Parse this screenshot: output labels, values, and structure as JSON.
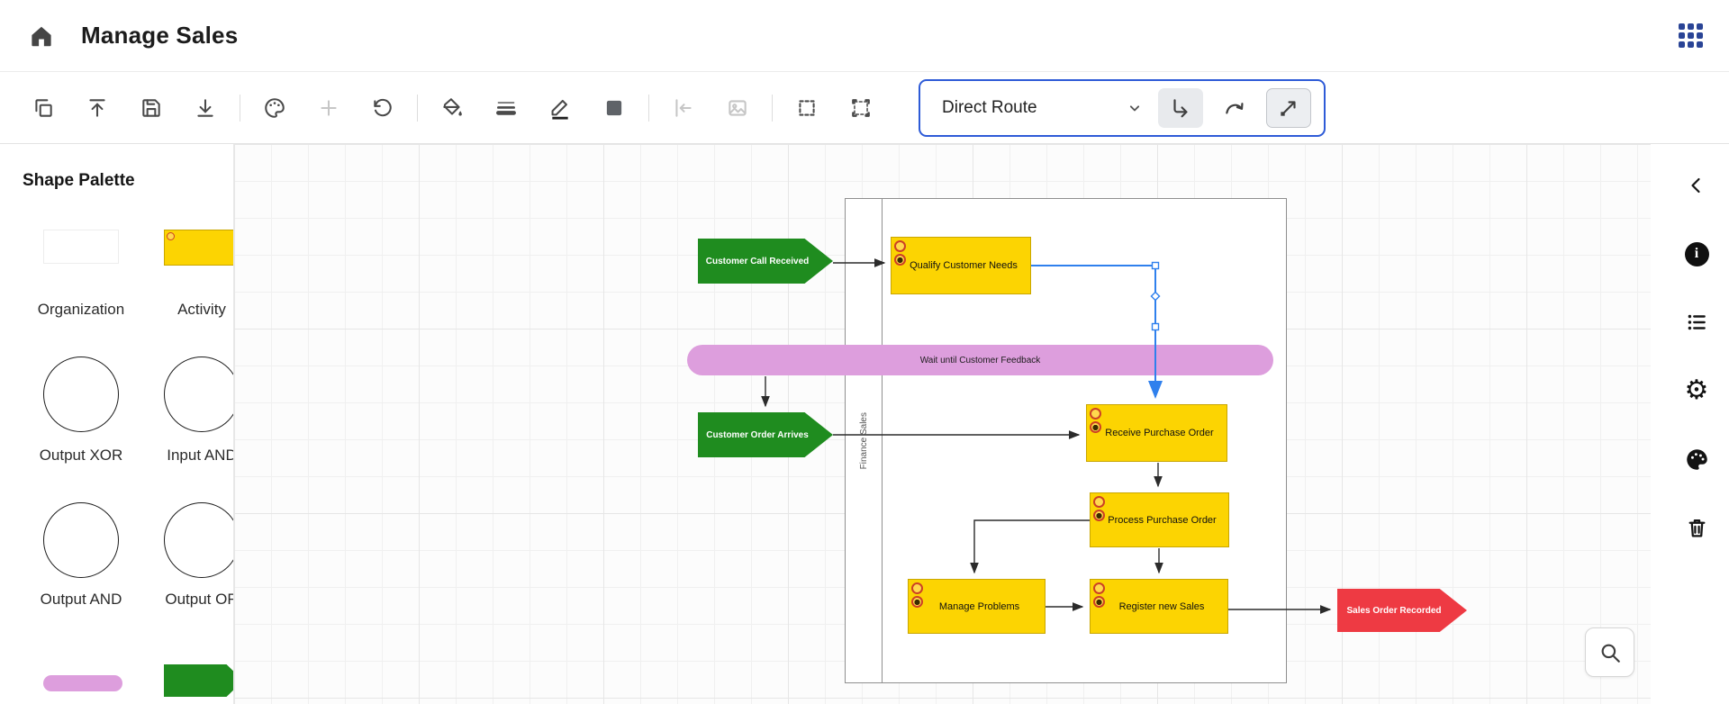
{
  "header": {
    "title": "Manage Sales"
  },
  "toolbar": {
    "route_dropdown": {
      "value": "Direct Route"
    },
    "icon_names": [
      "copy",
      "upload",
      "save",
      "download",
      "theme-palette",
      "add",
      "undo",
      "fill-color",
      "line-weight",
      "line-color",
      "shape-fill",
      "align-left",
      "insert-image",
      "marquee-select",
      "region-select",
      "chevron-down",
      "connector-elbow",
      "connector-curve",
      "connector-straight"
    ]
  },
  "shape_palette": {
    "title": "Shape Palette",
    "items": [
      {
        "label": "Organization"
      },
      {
        "label": "Activity"
      },
      {
        "label": "Output XOR"
      },
      {
        "label": "Input AND"
      },
      {
        "label": "Output AND"
      },
      {
        "label": "Output OR"
      }
    ]
  },
  "diagram": {
    "lane": "Finance Sales",
    "events": {
      "customer_call": "Customer Call Received",
      "customer_order": "Customer Order Arrives",
      "sales_recorded": "Sales Order Recorded"
    },
    "activities": {
      "qualify": "Qualify Customer Needs",
      "receive": "Receive Purchase Order",
      "process": "Process Purchase Order",
      "manage": "Manage Problems",
      "register": "Register new Sales"
    },
    "wait_label": "Wait until Customer Feedback"
  },
  "right_rail": {
    "icon_names": [
      "collapse-chevron",
      "info",
      "list",
      "settings-gear",
      "palette",
      "trash"
    ]
  },
  "colors": {
    "activity_yellow": "#fcd402",
    "event_green": "#1f8c1f",
    "event_red": "#ee3a43",
    "wait_pink": "#dd9edd",
    "selection_blue": "#2f80ed",
    "toolbar_highlight_border": "#2e5bd7",
    "apps_icon_blue": "#2a4496"
  }
}
